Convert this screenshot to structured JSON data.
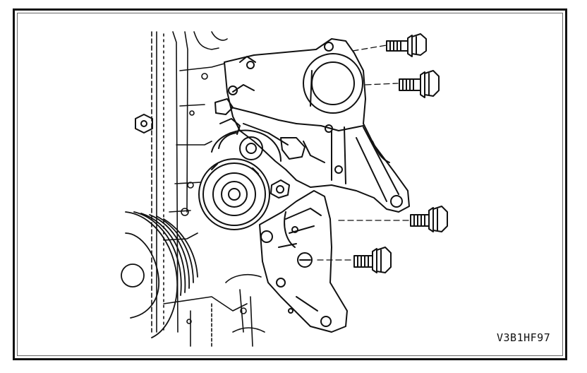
{
  "diagram": {
    "figure_code": "V3B1HF97",
    "colors": {
      "ink": "#111111",
      "paper": "#ffffff",
      "frame": "#111111"
    },
    "parts": [
      "engine-block",
      "upper-bracket",
      "lower-bracket",
      "idler-pulley",
      "tensioner-pulley",
      "crankshaft-pulley",
      "bolt"
    ]
  }
}
